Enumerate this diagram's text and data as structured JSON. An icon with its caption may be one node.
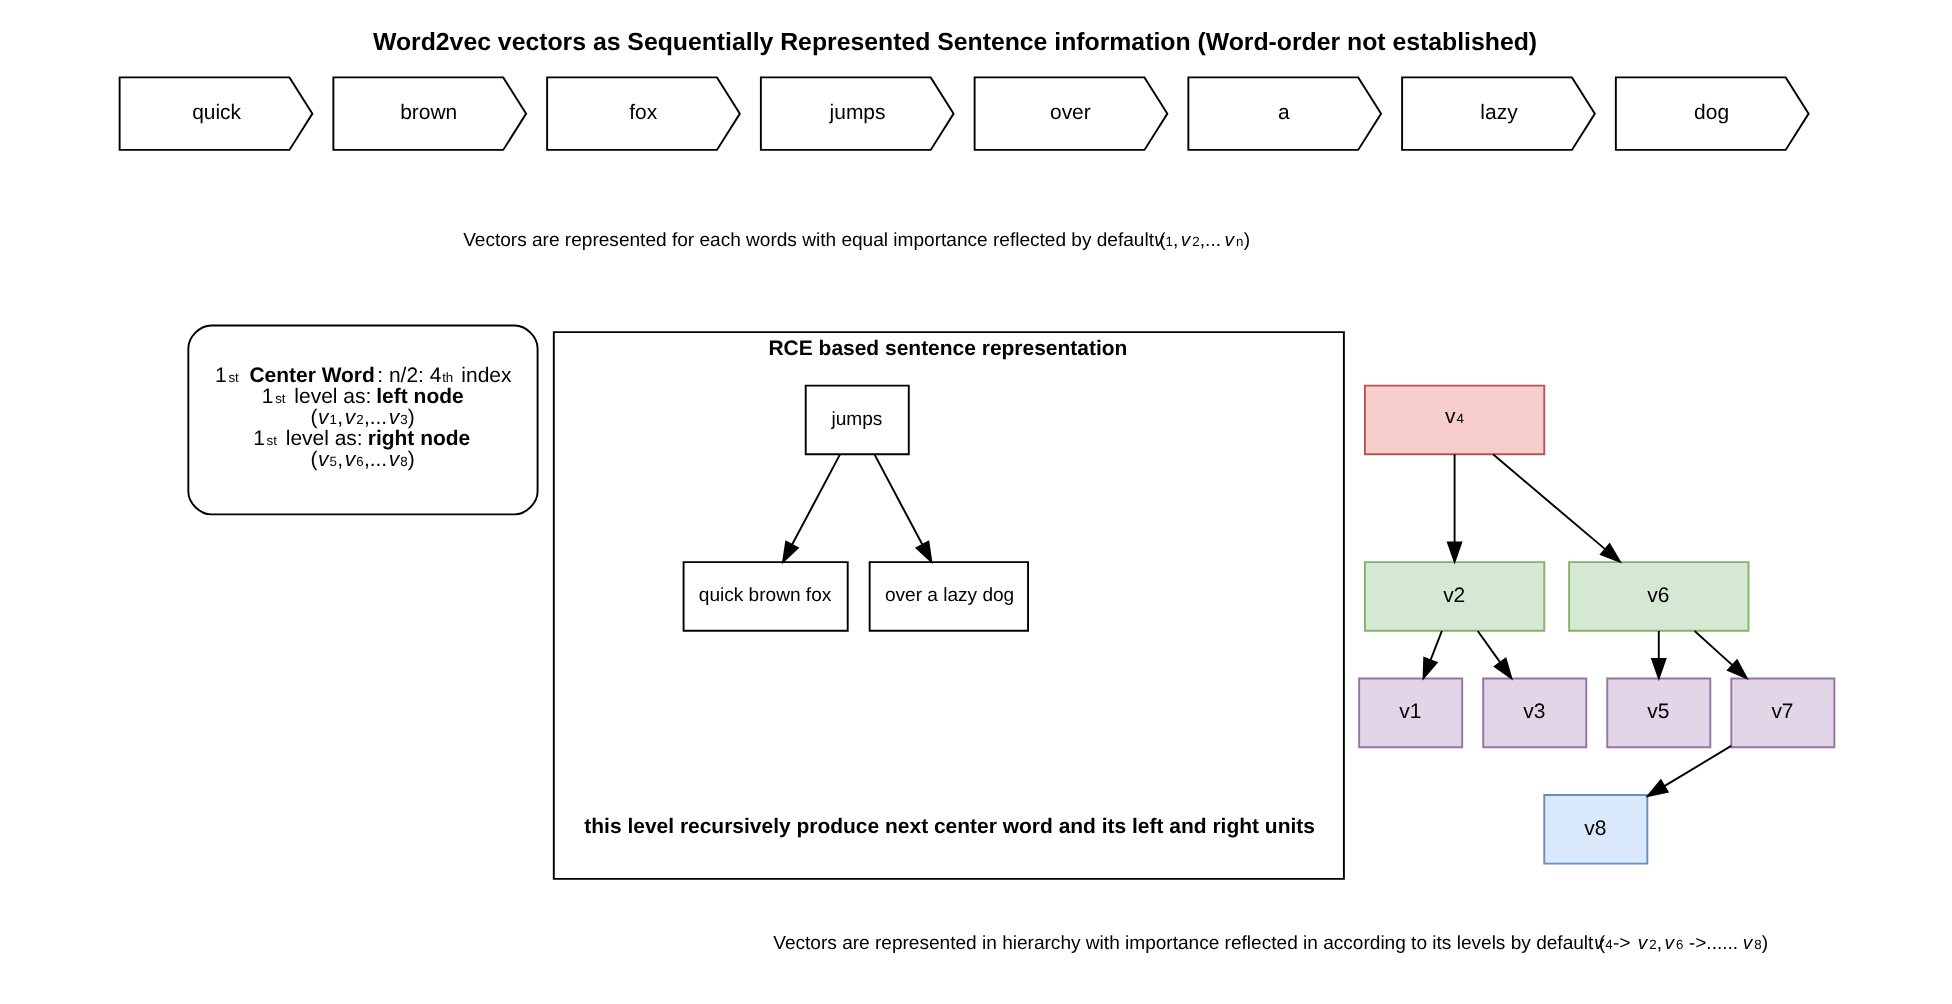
{
  "diagram": {
    "title": "Word2vec vectors as Sequentially Represented Sentence information (Word-order not established)",
    "nodes": [
      {
        "text": [
          "quick"
        ]
      },
      {
        "text": [
          "brown"
        ]
      },
      {
        "text": [
          "fox"
        ]
      },
      {
        "text": [
          "jumps"
        ]
      },
      {
        "text": [
          "over"
        ]
      },
      {
        "text": [
          "a"
        ]
      },
      {
        "text": [
          "lazy"
        ]
      },
      {
        "text": [
          "dog"
        ]
      },
      {
        "text": [
          "1$^{st}$ **Center Word**: n/2: 4$^{th}$ index",
          "1$^{st}$ level as: **left node**",
          "(*v*$_{1}$,*v*$_{2}$,...*v*$_{3}$)",
          "1$^{st}$ level as: **right node**",
          "(*v*$_{5}$,*v*$_{6}$,...*v*$_{8}$)"
        ]
      },
      {
        "text": [
          "RCE based sentence representation",
          "this level recursively produce next center word and its left and right units"
        ]
      },
      {
        "text": [
          "jumps"
        ],
        "in": 9
      },
      {
        "text": [
          "quick brown fox"
        ],
        "in": 9
      },
      {
        "text": [
          "over a lazy dog"
        ],
        "in": 9
      },
      {
        "text": [
          "v$_{4}$"
        ]
      },
      {
        "text": [
          "v2"
        ]
      },
      {
        "text": [
          "v6"
        ]
      },
      {
        "text": [
          "v1"
        ]
      },
      {
        "text": [
          "v3"
        ]
      },
      {
        "text": [
          "v5"
        ]
      },
      {
        "text": [
          "v7"
        ]
      },
      {
        "text": [
          "v8"
        ]
      }
    ],
    "edges": [
      {
        "from": 10,
        "to": 11,
        "arrow": "to"
      },
      {
        "from": 10,
        "to": 12,
        "arrow": "to"
      },
      {
        "from": 13,
        "to": 14,
        "arrow": "to"
      },
      {
        "from": 13,
        "to": 15,
        "arrow": "to"
      },
      {
        "from": 14,
        "to": 16,
        "arrow": "to"
      },
      {
        "from": 14,
        "to": 17,
        "arrow": "to"
      },
      {
        "from": 15,
        "to": 18,
        "arrow": "to"
      },
      {
        "from": 15,
        "to": 19,
        "arrow": "to"
      },
      {
        "from": 19,
        "to": 20,
        "arrow": "to"
      }
    ],
    "labels": [
      "Vectors are represented for each words with equal importance reflected by default (*v*$_{1}$,*v*$_{2}$,...*v*$_{n}$)",
      "Vectors are represented in hierarchy with importance reflected in according to its levels by default (*v*$_{4}$-> *v*$_{2}$,*v*$_{6}$ ->......*v*$_{8}$)"
    ]
  }
}
